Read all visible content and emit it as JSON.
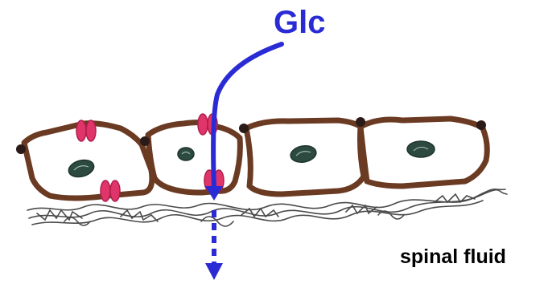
{
  "labels": {
    "glucose": "Glc",
    "fluid": "spinal fluid"
  },
  "colors": {
    "cell_wall": "#6b3a22",
    "transporter": "#e0356a",
    "nucleus": "#2c4a40",
    "arrow": "#2b2bd6",
    "junction": "#2a1a18",
    "basement": "#4a4a4a"
  },
  "icons": [
    "glucose-transport-arrow",
    "glut-transporter",
    "tight-junction",
    "nucleus"
  ]
}
